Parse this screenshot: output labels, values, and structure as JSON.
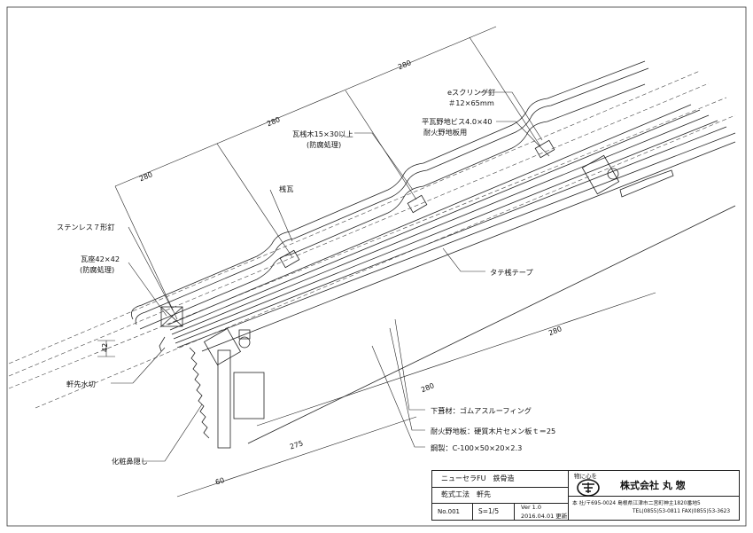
{
  "labels": {
    "e_screw_nail": "eスクリング釘",
    "e_screw_nail_size": "＃12×65mm",
    "flat_tile_screw": "平瓦野地ビス4.0×40",
    "fireproof_board_use": "耐火野地板用",
    "batten": "瓦桟木15×30以上",
    "batten_treatment": "(防腐処理)",
    "batten_tile": "桟瓦",
    "stainless_nail": "ステンレス７形釘",
    "tile_seat": "瓦座42×42",
    "tile_seat_treatment": "(防腐処理)",
    "vertical_tape": "タテ桟テープ",
    "eave_drip": "軒先水切",
    "fascia_cover": "化粧鼻隠し",
    "underlayment": "下葺材：ゴムアスルーフィング",
    "fireproof_board": "耐火野地板：硬質木片セメン板ｔ＝25",
    "steel": "鋼製：C-100×50×20×2.3"
  },
  "dimensions": {
    "d280_top": "280",
    "d280_mid": "280",
    "d280_left": "280",
    "d280_lower_a": "280",
    "d280_lower_b": "280",
    "d275": "275",
    "d60": "60",
    "d42": "42"
  },
  "title_block": {
    "product": "ニューセラFU　鉄骨造",
    "method": "乾式工法　軒先",
    "number": "No.001",
    "scale": "S=1/5",
    "version": "Ver 1.0",
    "date": "2016.04.01 更新",
    "motto": "物に心を",
    "logo_text": "丸惣",
    "company": "株式会社 丸 惣",
    "address": "本 社/〒695-0024 島根県江津市二宮町神主1820番地5",
    "phone": "TEL(0855)53-0811 FAX(0855)53-3623"
  }
}
